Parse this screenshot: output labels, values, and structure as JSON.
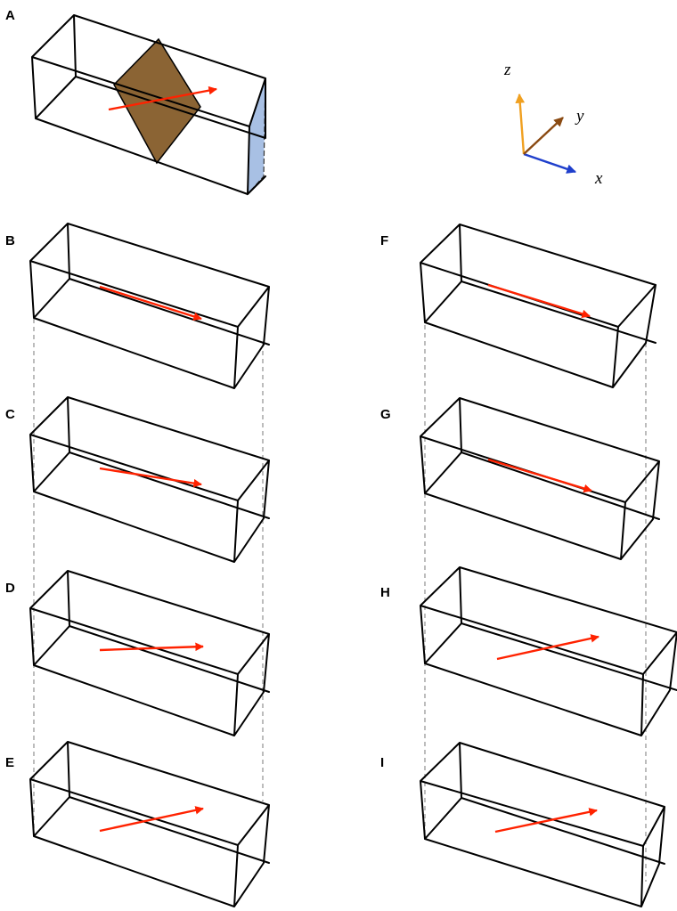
{
  "panels": [
    {
      "id": "A",
      "label": "A"
    },
    {
      "id": "B",
      "label": "B"
    },
    {
      "id": "C",
      "label": "C"
    },
    {
      "id": "D",
      "label": "D"
    },
    {
      "id": "E",
      "label": "E"
    },
    {
      "id": "F",
      "label": "F"
    },
    {
      "id": "G",
      "label": "G"
    },
    {
      "id": "H",
      "label": "H"
    },
    {
      "id": "I",
      "label": "I"
    }
  ],
  "axes": {
    "x": "x",
    "y": "y",
    "z": "z"
  },
  "colors": {
    "box_edges": "#000000",
    "arrow": "#ff2200",
    "plane_A": "#8b6434",
    "end_face_A": "#a8c0e4",
    "axis_x": "#1f3fcc",
    "axis_y": "#8a4a12",
    "axis_z": "#f0a020",
    "guides": "#999999"
  },
  "icons": {
    "arrows": "red-polarization-arrow",
    "plane": "diagonal-plane",
    "end_face": "shaded-end-face",
    "axes": "coordinate-triad"
  }
}
